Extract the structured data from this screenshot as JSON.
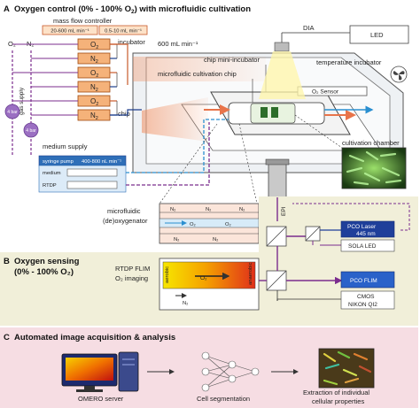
{
  "sectionA": {
    "title_letter": "A",
    "title_main": "Oxygen control (0% - 100% O",
    "title_sub": "2",
    "title_end": ") with microfluidic cultivation"
  },
  "mfc": {
    "title": "mass flow controller",
    "range1": "20-600 mL min⁻¹",
    "range2": "0.5-10 mL min⁻¹",
    "rows": [
      "O",
      "N",
      "O",
      "N",
      "O",
      "N"
    ],
    "subs": [
      "2",
      "2",
      "2",
      "2",
      "2",
      "2"
    ]
  },
  "gas": {
    "o2": "O₂",
    "n2": "N₂",
    "supply": "gas supply",
    "bar1": "4 bar",
    "bar2": "4 bar"
  },
  "labels": {
    "incubator": "incubator",
    "chip": "chip",
    "flow": "600 mL min⁻¹",
    "dia": "DIA",
    "led": "LED",
    "chip_mini_incubator": "chip mini-incubator",
    "temperature_incubator": "temperature incubator",
    "micro_chip": "microfluidic cultivation chip",
    "o2_sensor": "O₂ Sensor",
    "medium_supply": "medium supply",
    "syringe_pump": "syringe pump",
    "syringe_range": "400-800 nL min⁻¹",
    "medium": "medium",
    "rtdp": "RTDP",
    "cultivation_chamber": "cultivation chamber",
    "deoxy_line1": "microfluidic",
    "deoxy_line2": "(de)oxygenator",
    "n2": "N₂",
    "o2": "O₂",
    "epi": "EPI"
  },
  "sectionB": {
    "title_letter": "B",
    "title_main": "Oxygen sensing",
    "title_sub": "(0% - 100% O₂)",
    "flim_line1": "RTDP FLIM",
    "flim_line2": "O₂ imaging",
    "aerobic": "aerobic",
    "anaerobic": "anaerobic",
    "pco_laser": "PCO Laser",
    "pco_laser_nm": "445 nm",
    "sola_led": "SOLA LED",
    "pco_flim": "PCO FLIM",
    "cmos": "CMOS",
    "nikon": "NIKON QI2"
  },
  "sectionC": {
    "title_letter": "C",
    "title": "Automated image acquisition & analysis",
    "omero": "OMERO server",
    "segmentation": "Cell segmentation",
    "extraction1": "Extraction of individual",
    "extraction2": "cellular properties"
  },
  "colors": {
    "gas_line": "#7b2d8e",
    "o2_line": "#c95a2b",
    "n2_line": "#1d3e8c",
    "medium_line": "#2a8fd0",
    "incubator_flow": "#f08a5a",
    "laser_blue": "#1f3f9a",
    "sectionB_bg": "#f1efd9",
    "sectionC_bg": "#f6dde3",
    "mfc_box": "#f5b27a"
  }
}
